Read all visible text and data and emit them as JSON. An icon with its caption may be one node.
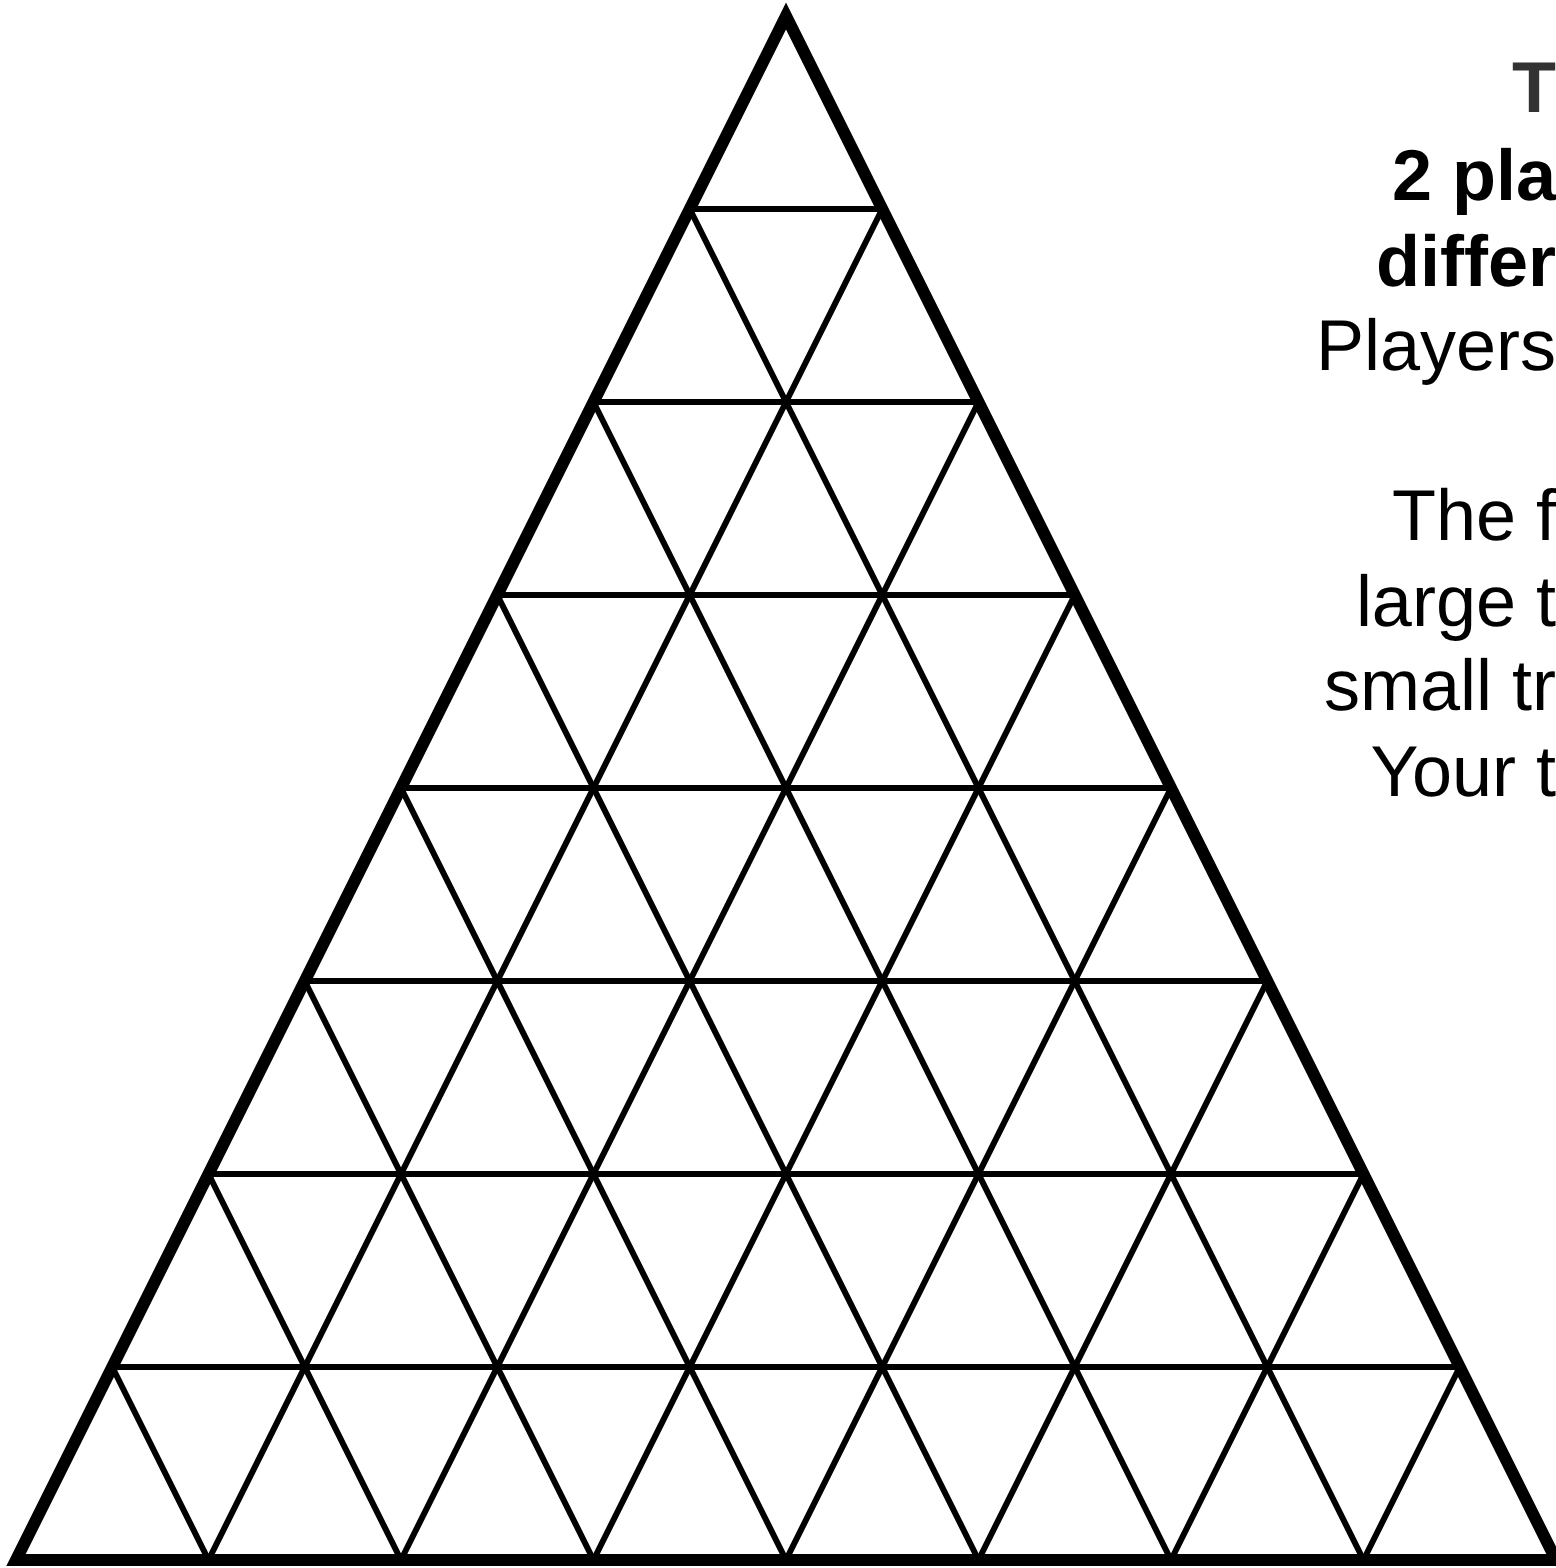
{
  "diagram": {
    "labels": [
      "T",
      "2 pla",
      "differ",
      "Players",
      "The f",
      "large t",
      "small tr",
      "Your t"
    ]
  }
}
